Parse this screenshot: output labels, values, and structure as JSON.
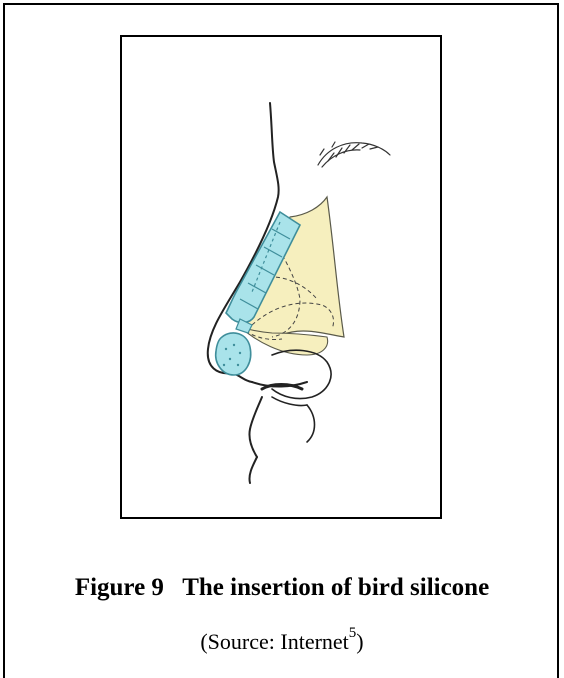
{
  "figure": {
    "caption": "Figure 9   The insertion of bird silicone",
    "source_prefix": "(Source: Internet",
    "source_ref": "5",
    "source_suffix": ")"
  },
  "colors": {
    "implant": "#a9e3ea",
    "implant_stroke": "#3f8e9b",
    "cartilage": "#f6efbe",
    "line": "#222222"
  }
}
